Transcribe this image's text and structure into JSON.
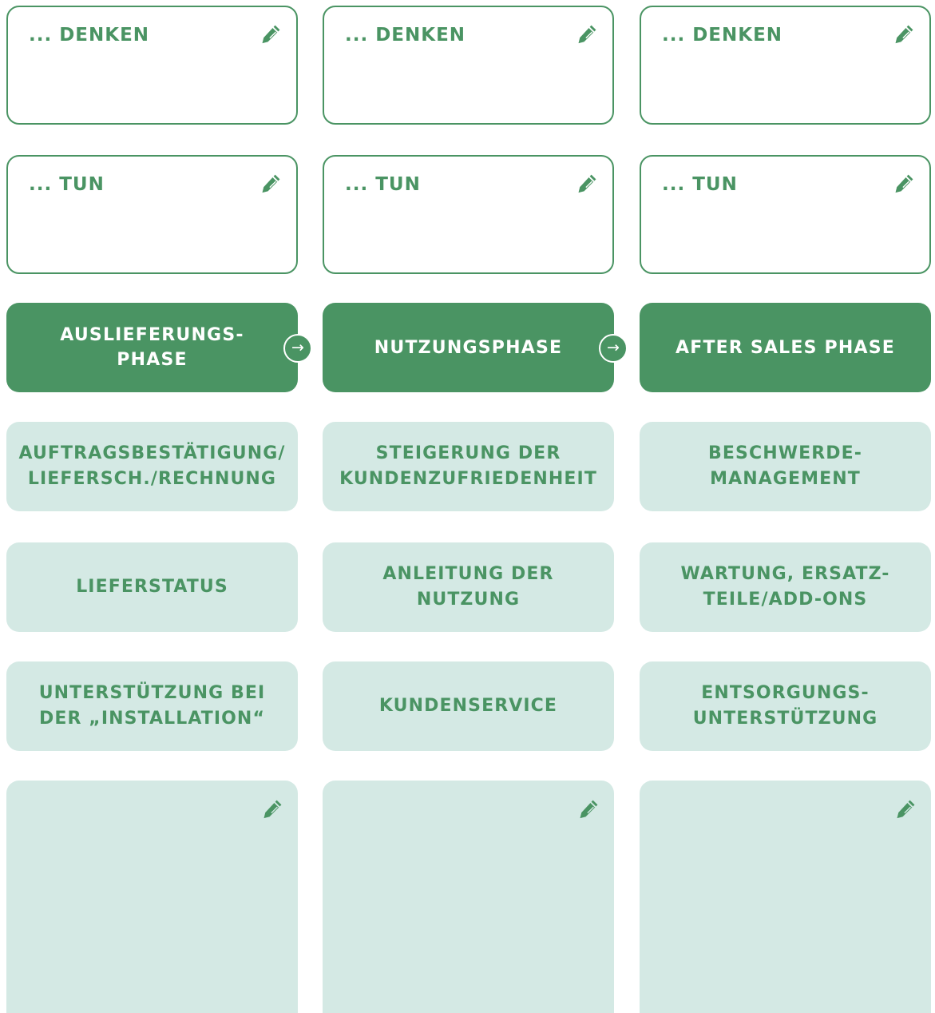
{
  "colors": {
    "green": "#4a9463",
    "light": "#d4e9e4",
    "white": "#ffffff"
  },
  "icons": {
    "edit": "pencil-icon",
    "next": "arrow-right-circle-icon",
    "arrow_glyph": "→"
  },
  "columns": [
    {
      "denken": "... DENKEN",
      "tun": "... TUN",
      "phase": "AUSLIEFERUNGS-\nPHASE",
      "items": [
        "AUFTRAGSBESTÄTIGUNG/\nLIEFERSCH./RECHNUNG",
        "LIEFERSTATUS",
        "UNTERSTÜTZUNG BEI\nDER „INSTALLATION“"
      ]
    },
    {
      "denken": "... DENKEN",
      "tun": "... TUN",
      "phase": "NUTZUNGSPHASE",
      "items": [
        "STEIGERUNG DER\nKUNDENZUFRIEDENHEIT",
        "ANLEITUNG DER\nNUTZUNG",
        "KUNDENSERVICE"
      ]
    },
    {
      "denken": "... DENKEN",
      "tun": "... TUN",
      "phase": "AFTER SALES PHASE",
      "items": [
        "BESCHWERDE-\nMANAGEMENT",
        "WARTUNG, ERSATZ-\nTEILE/ADD-ONS",
        "ENTSORGUNGS-\nUNTERSTÜTZUNG"
      ]
    }
  ]
}
